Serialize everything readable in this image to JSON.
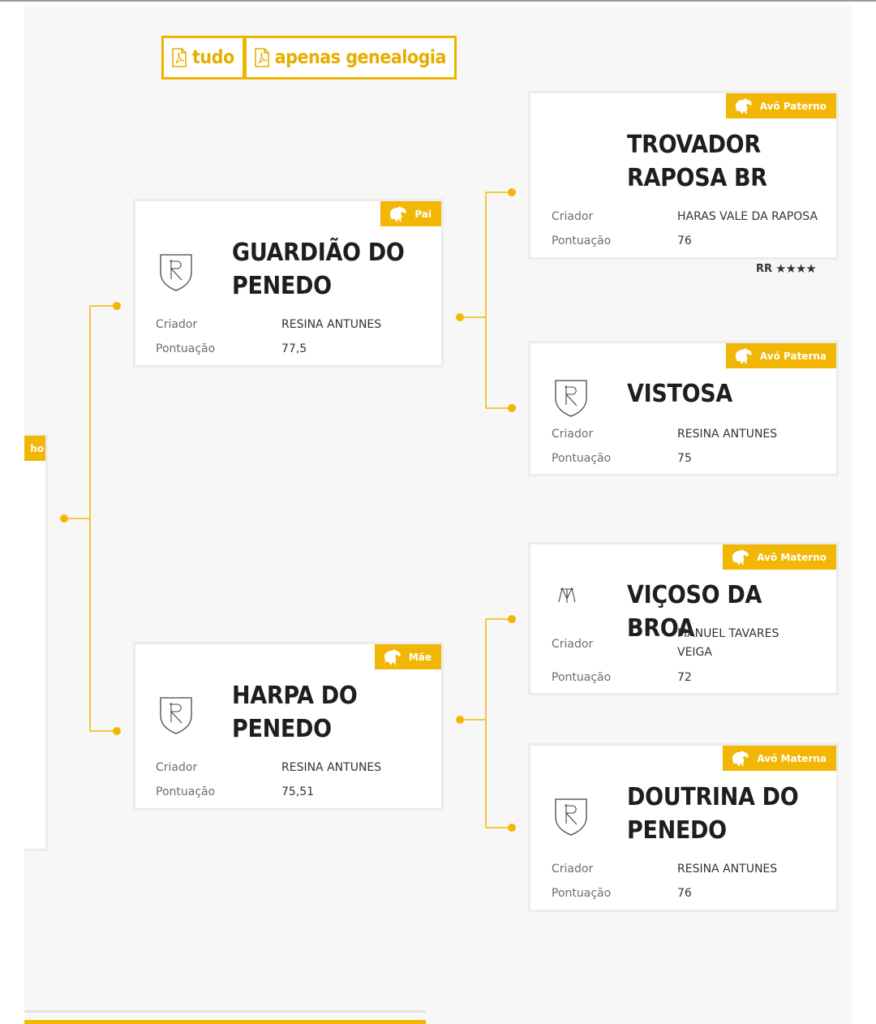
{
  "downloads": {
    "all_label": "tudo",
    "genealogy_label": "apenas genealogia"
  },
  "colors": {
    "accent": "#f2b705",
    "text": "#1e1e1e",
    "label": "#6d6d6d"
  },
  "offspring_badge": "ho",
  "labels": {
    "breeder": "Criador",
    "score": "Pontuação"
  },
  "father": {
    "badge": "Pai",
    "name_line1": "GUARDIÃO DO",
    "name_line2": "PENEDO",
    "breeder": "RESINA ANTUNES",
    "score": "77,5",
    "logo": "r-shield-logo"
  },
  "mother": {
    "badge": "Mãe",
    "name_line1": "HARPA DO",
    "name_line2": "PENEDO",
    "breeder": "RESINA ANTUNES",
    "score": "75,51",
    "logo": "r-shield-logo"
  },
  "paternal_grandfather": {
    "badge": "Avô Paterno",
    "name_line1": "TROVADOR",
    "name_line2": "RAPOSA BR",
    "breeder": "HARAS VALE DA RAPOSA",
    "score": "76",
    "rating_label": "RR",
    "rating_stars": "★★★★"
  },
  "paternal_grandmother": {
    "badge": "Avó Paterna",
    "name_line1": "VISTOSA",
    "breeder": "RESINA ANTUNES",
    "score": "75",
    "logo": "r-shield-logo"
  },
  "maternal_grandfather": {
    "badge": "Avô Materno",
    "name_line1": "VIÇOSO DA BROA",
    "breeder_line1": "MANUEL TAVARES",
    "breeder_line2": "VEIGA",
    "score": "72",
    "logo": "mt-monogram-logo"
  },
  "maternal_grandmother": {
    "badge": "Avó Materna",
    "name_line1": "DOUTRINA DO",
    "name_line2": "PENEDO",
    "breeder": "RESINA ANTUNES",
    "score": "76",
    "logo": "r-shield-logo"
  }
}
